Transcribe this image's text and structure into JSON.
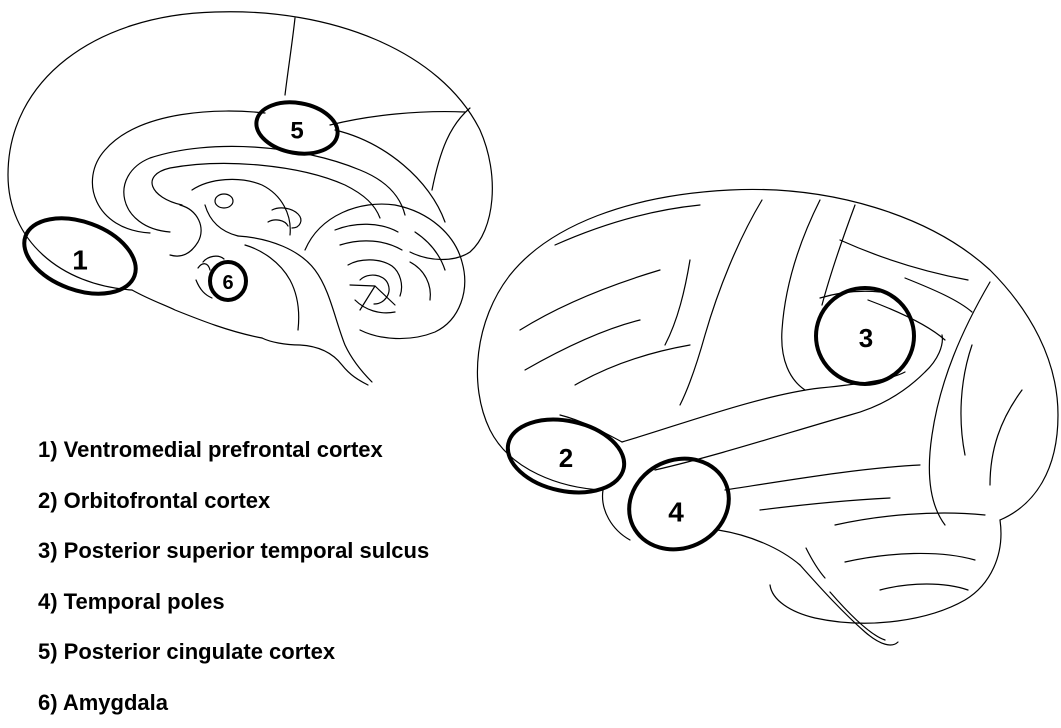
{
  "markers": [
    {
      "id": "1",
      "label": "1"
    },
    {
      "id": "2",
      "label": "2"
    },
    {
      "id": "3",
      "label": "3"
    },
    {
      "id": "4",
      "label": "4"
    },
    {
      "id": "5",
      "label": "5"
    },
    {
      "id": "6",
      "label": "6"
    }
  ],
  "legend": [
    "1) Ventromedial prefrontal cortex",
    "2) Orbitofrontal cortex",
    "3) Posterior superior temporal sulcus",
    "4) Temporal poles",
    "5) Posterior cingulate cortex",
    "6) Amygdala"
  ]
}
